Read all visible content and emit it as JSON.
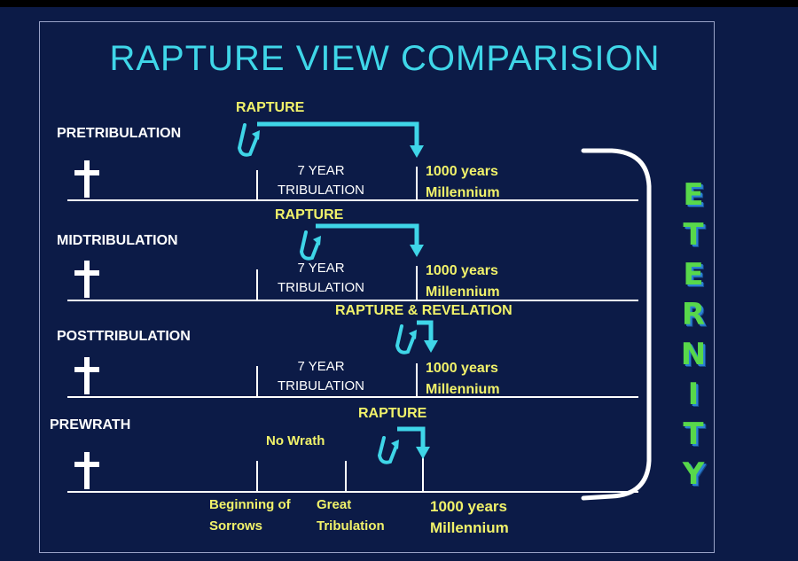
{
  "title": "RAPTURE VIEW COMPARISION",
  "eternity": [
    "E",
    "T",
    "E",
    "R",
    "N",
    "I",
    "T",
    "Y"
  ],
  "rows": [
    {
      "view": "PRETRIBULATION",
      "rapture_label": "RAPTURE",
      "middle_lines": [
        "7 YEAR",
        "TRIBULATION"
      ],
      "end_lines": [
        "1000 years",
        "Millennium"
      ]
    },
    {
      "view": "MIDTRIBULATION",
      "rapture_label": "RAPTURE",
      "middle_lines": [
        "7 YEAR",
        "TRIBULATION"
      ],
      "end_lines": [
        "1000 years",
        "Millennium"
      ]
    },
    {
      "view": "POSTTRIBULATION",
      "rapture_label": "RAPTURE & REVELATION",
      "middle_lines": [
        "7 YEAR",
        "TRIBULATION"
      ],
      "end_lines": [
        "1000 years",
        "Millennium"
      ]
    },
    {
      "view": "PREWRATH",
      "rapture_label": "RAPTURE",
      "no_wrath": "No Wrath",
      "beginning_lines": [
        "Beginning of",
        "Sorrows"
      ],
      "great_lines": [
        "Great",
        "Tribulation"
      ],
      "end_lines": [
        "1000 years",
        "Millennium"
      ]
    }
  ],
  "colors": {
    "background": "#0c1b47",
    "title": "#3fd6e8",
    "label_yellow": "#f1f26a",
    "arrow": "#3fd6e8",
    "eternity_green": "#58d84a"
  }
}
